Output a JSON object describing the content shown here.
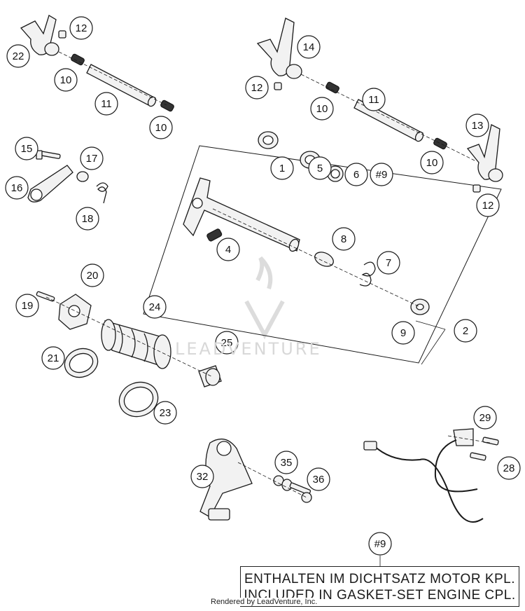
{
  "callouts": [
    {
      "id": "c12a",
      "label": "12"
    },
    {
      "id": "c22",
      "label": "22"
    },
    {
      "id": "c10a",
      "label": "10"
    },
    {
      "id": "c11a",
      "label": "11"
    },
    {
      "id": "c10b",
      "label": "10"
    },
    {
      "id": "c14",
      "label": "14"
    },
    {
      "id": "c12b",
      "label": "12"
    },
    {
      "id": "c11b",
      "label": "11"
    },
    {
      "id": "c10c",
      "label": "10"
    },
    {
      "id": "c13",
      "label": "13"
    },
    {
      "id": "c10d",
      "label": "10"
    },
    {
      "id": "c12c",
      "label": "12"
    },
    {
      "id": "c15",
      "label": "15"
    },
    {
      "id": "c17",
      "label": "17"
    },
    {
      "id": "c16",
      "label": "16"
    },
    {
      "id": "c18",
      "label": "18"
    },
    {
      "id": "c1",
      "label": "1"
    },
    {
      "id": "c5",
      "label": "5"
    },
    {
      "id": "c6",
      "label": "6"
    },
    {
      "id": "c9h",
      "label": "#9"
    },
    {
      "id": "c4",
      "label": "4"
    },
    {
      "id": "c8",
      "label": "8"
    },
    {
      "id": "c7",
      "label": "7"
    },
    {
      "id": "c9",
      "label": "9"
    },
    {
      "id": "c2",
      "label": "2"
    },
    {
      "id": "c20",
      "label": "20"
    },
    {
      "id": "c19",
      "label": "19"
    },
    {
      "id": "c24",
      "label": "24"
    },
    {
      "id": "c25",
      "label": "25"
    },
    {
      "id": "c21",
      "label": "21"
    },
    {
      "id": "c23",
      "label": "23"
    },
    {
      "id": "c29",
      "label": "29"
    },
    {
      "id": "c28",
      "label": "28"
    },
    {
      "id": "c35",
      "label": "35"
    },
    {
      "id": "c32",
      "label": "32"
    },
    {
      "id": "c36",
      "label": "36"
    },
    {
      "id": "c9note",
      "label": "#9"
    }
  ],
  "note": {
    "line1": "ENTHALTEN IM DICHTSATZ MOTOR KPL.",
    "line2": "INCLUDED IN GASKET-SET ENGINE CPL."
  },
  "credit": "Rendered by LeadVenture, Inc.",
  "watermark": "LEADVENTURE",
  "colors": {
    "line": "#1a1a1a",
    "watermark": "#d8d8d8",
    "part_fill": "#f2f2f2"
  }
}
